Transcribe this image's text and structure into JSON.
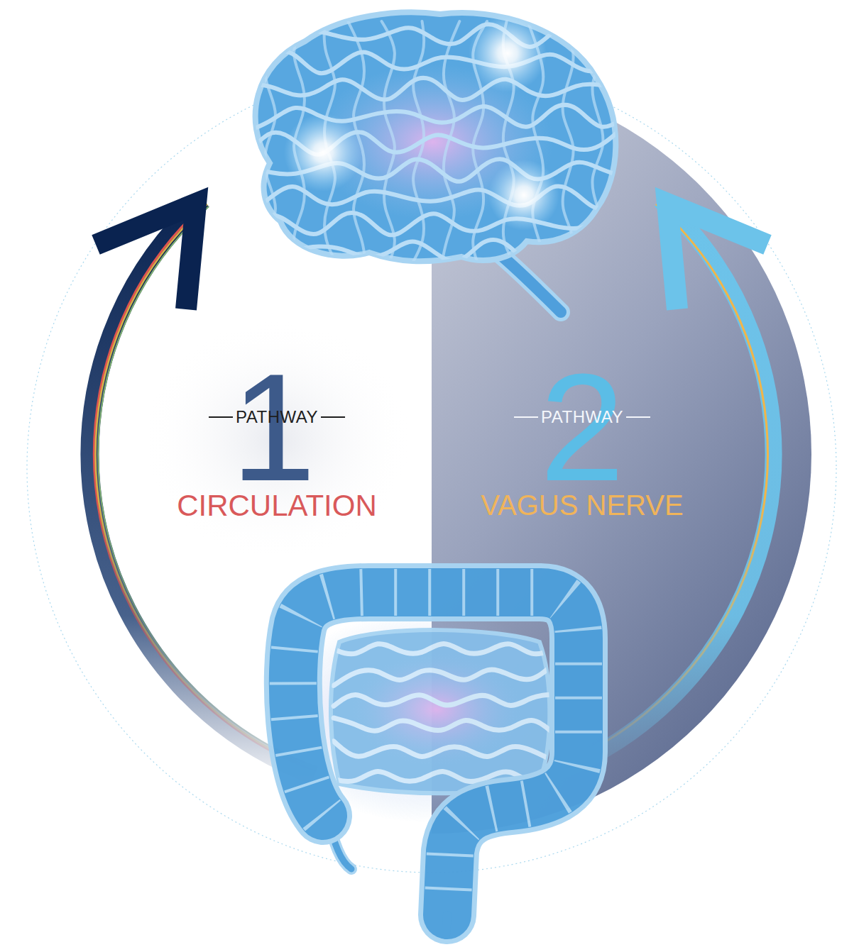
{
  "diagram": {
    "labels": [
      "1",
      "PATHWAY",
      "CIRCULATION",
      "2",
      "PATHWAY",
      "VAGUS NERVE"
    ]
  }
}
